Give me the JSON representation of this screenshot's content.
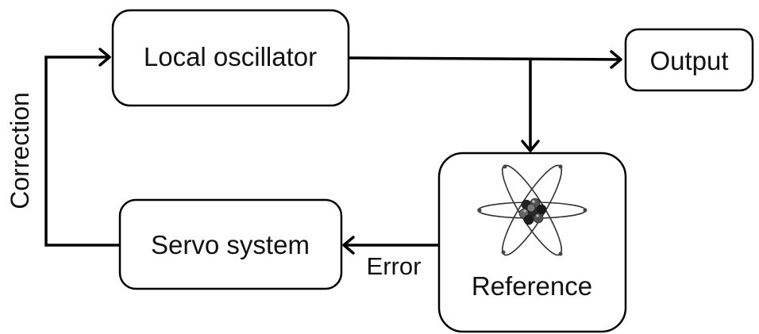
{
  "nodes": {
    "local_oscillator": "Local oscillator",
    "output": "Output",
    "servo_system": "Servo system",
    "reference": "Reference"
  },
  "edge_labels": {
    "correction": "Correction",
    "error": "Error"
  },
  "icons": {
    "reference_image": "atom-icon"
  }
}
